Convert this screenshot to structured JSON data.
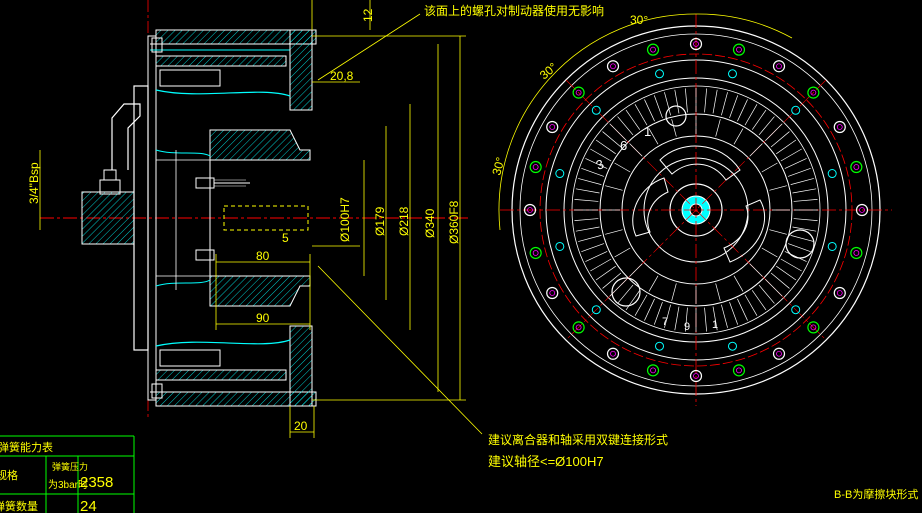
{
  "annotations": {
    "top_note": "该面上的螺孔对制动器使用无影响",
    "suggest_line1": "建议离合器和轴采用双键连接形式",
    "suggest_line2": "建议轴径<=Ø100H7",
    "section_label": "B-B为摩擦块形式"
  },
  "dimensions": {
    "d12": "12",
    "d20_8": "20,8",
    "d80": "80",
    "d90": "90",
    "d20": "20",
    "d5": "5",
    "d100h7": "Ø100H7",
    "d179": "Ø179",
    "d218": "Ø218",
    "d340": "Ø340",
    "d360f8": "Ø360F8",
    "bsp": "3/4\"Bsp",
    "a30_top": "30°",
    "a30_mid": "30°",
    "a30_left": "30°"
  },
  "table": {
    "title": "弹簧能力表",
    "row1_left": "规格",
    "row1_mid": "弹簧压力",
    "row1_mid2": "为3bar时",
    "row1_val": "2358",
    "row2_left": "弹簧数量",
    "row2_val": "24"
  },
  "plate_digits": [
    "3",
    "6",
    "1",
    "7",
    "9",
    "1"
  ],
  "colors": {
    "background": "#000000",
    "text": "#ffff00",
    "outline": "#ffffff",
    "hatch": "#00ffff",
    "centerline": "#ff0000",
    "table_grid": "#00ff00"
  }
}
